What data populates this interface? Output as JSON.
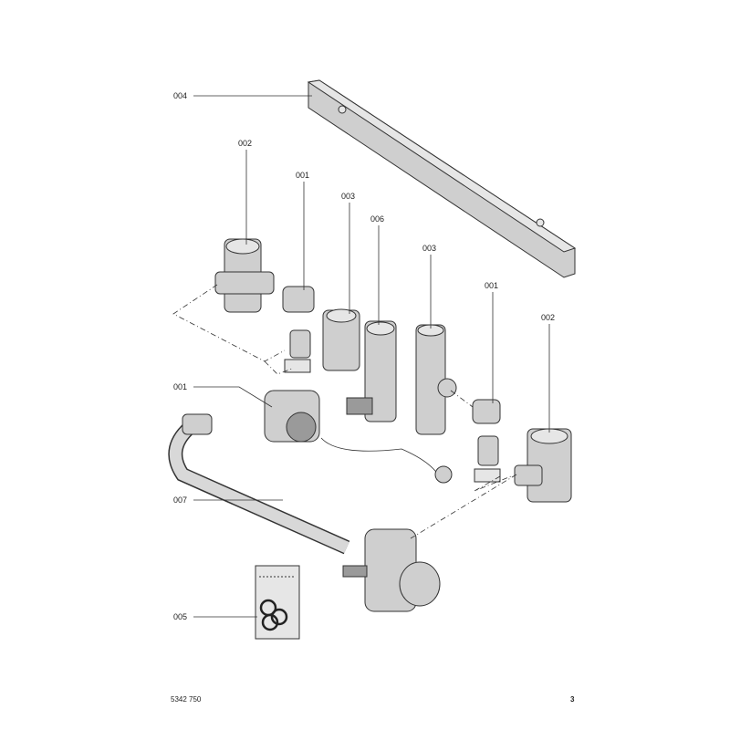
{
  "diagram": {
    "callouts": [
      {
        "id": "004"
      },
      {
        "id": "002"
      },
      {
        "id": "001"
      },
      {
        "id": "003"
      },
      {
        "id": "006"
      },
      {
        "id": "003"
      },
      {
        "id": "001"
      },
      {
        "id": "002"
      },
      {
        "id": "001"
      },
      {
        "id": "007"
      },
      {
        "id": "005"
      }
    ]
  },
  "footer": {
    "doc_number": "5342 750",
    "page_number": "3"
  }
}
